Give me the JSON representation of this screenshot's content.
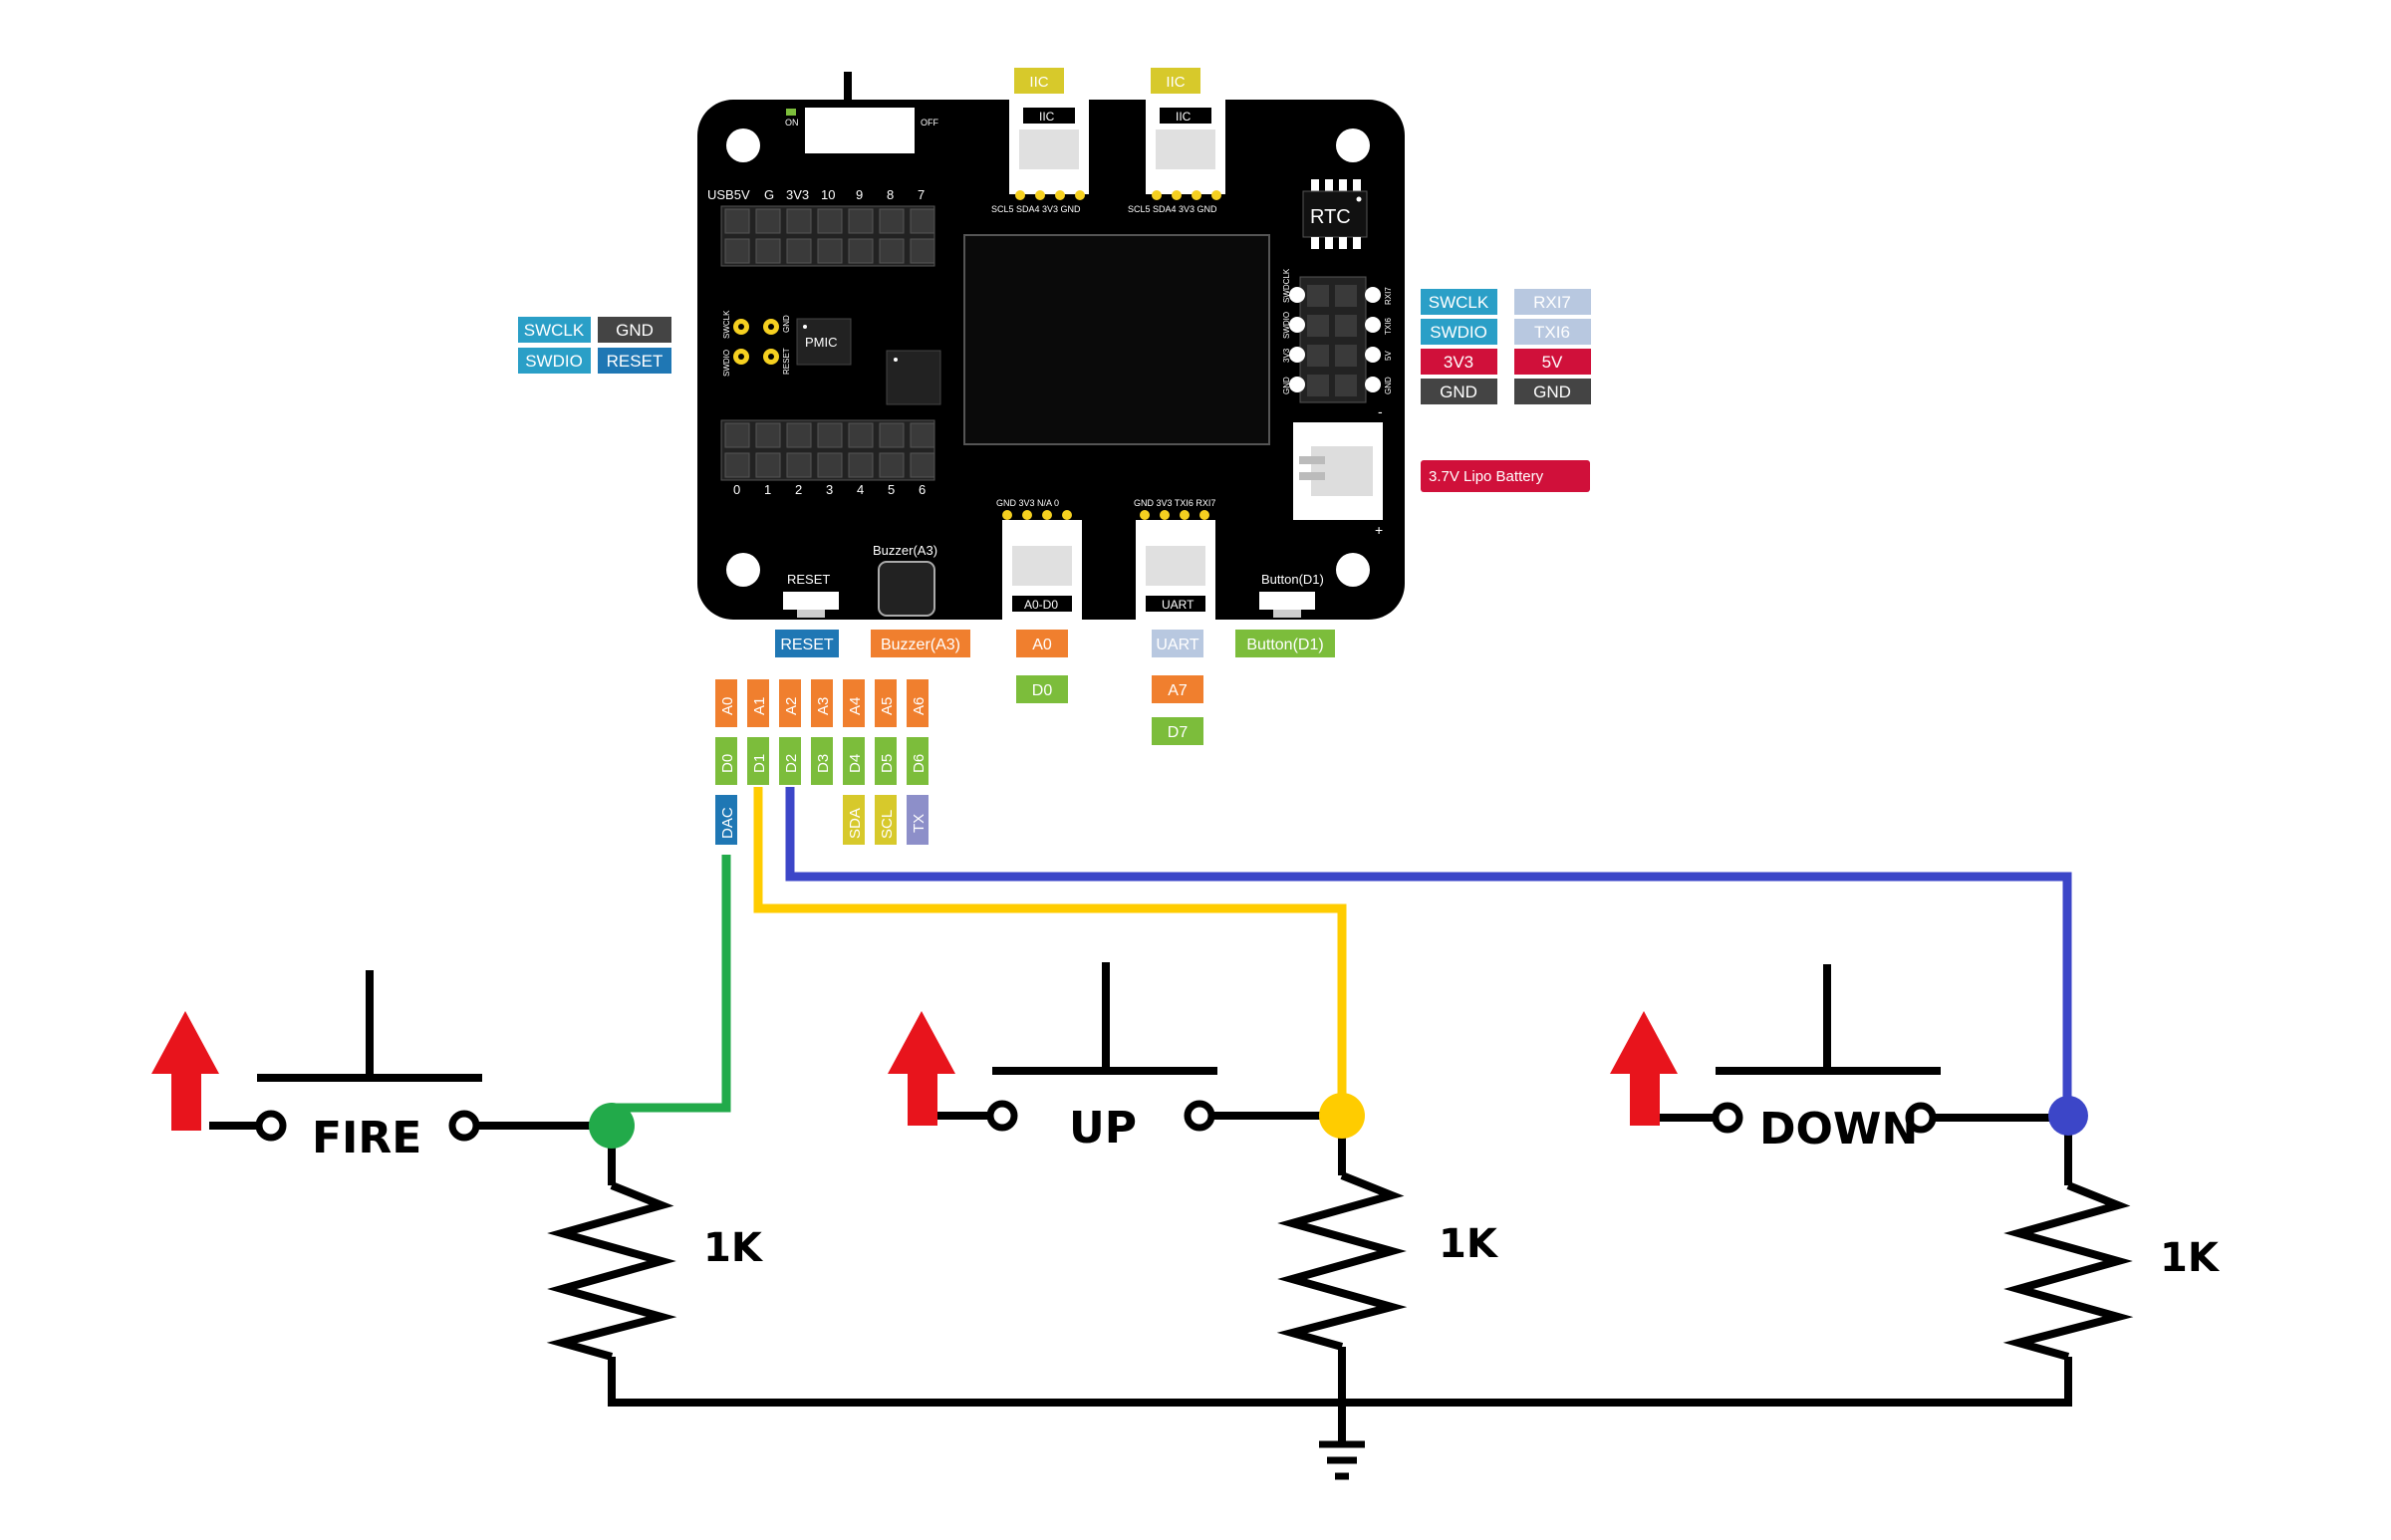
{
  "board": {
    "switch_on": "ON",
    "switch_off": "OFF",
    "header_top_labels": [
      "USB5V",
      "G",
      "3V3",
      "10",
      "9",
      "8",
      "7"
    ],
    "header_bottom_labels": [
      "0",
      "1",
      "2",
      "3",
      "4",
      "5",
      "6"
    ],
    "iic_left_tag": "IIC",
    "iic_right_tag": "IIC",
    "iic_left_label": "IIC",
    "iic_right_label": "IIC",
    "iic_left_pins": "SCL5  SDA4  3V3  GND",
    "iic_right_pins": "SCL5  SDA4  3V3  GND",
    "rtc": "RTC",
    "pmic": "PMIC",
    "swd_left_pins": [
      "SWCLK",
      "SWDIO",
      "GND",
      "RESET"
    ],
    "swd_right_pins_left": [
      "SWDCLK",
      "SWDIO",
      "3V3",
      "GND"
    ],
    "swd_right_pins_right": [
      "RXI7",
      "TXI6",
      "5V",
      "GND"
    ],
    "ad_pins": "GND  3V3  N/A   0",
    "uart_pins": "GND  3V3  TXI6  RXI7",
    "ad_label": "A0-D0",
    "uart_label": "UART",
    "reset_silk": "RESET",
    "buzzer_silk": "Buzzer(A3)",
    "button_silk": "Button(D1)",
    "batt_minus": "-",
    "batt_plus": "+"
  },
  "tags": {
    "left_swd": [
      "SWCLK",
      "GND",
      "SWDIO",
      "RESET"
    ],
    "right_swd": [
      "SWCLK",
      "RXI7",
      "SWDIO",
      "TXI6",
      "3V3",
      "5V",
      "GND",
      "GND"
    ],
    "battery": "3.7V Lipo Battery",
    "reset": "RESET",
    "buzzer": "Buzzer(A3)",
    "a0": "A0",
    "d0": "D0",
    "uart": "UART",
    "a7": "A7",
    "d7": "D7",
    "button": "Button(D1)",
    "analog": [
      "A0",
      "A1",
      "A2",
      "A3",
      "A4",
      "A5",
      "A6"
    ],
    "digital": [
      "D0",
      "D1",
      "D2",
      "D3",
      "D4",
      "D5",
      "D6"
    ],
    "special": [
      "DAC",
      "SDA",
      "SCL",
      "TX"
    ]
  },
  "circuit": {
    "buttons": [
      "FIRE",
      "UP",
      "DOWN"
    ],
    "resistors": [
      "1K",
      "1K",
      "1K"
    ]
  },
  "colors": {
    "board": "#000000",
    "tag_teal": "#2a9fc7",
    "tag_darkblue": "#1f77b4",
    "tag_gray": "#444444",
    "tag_red": "#d0103a",
    "tag_lightblue": "#b8c8e0",
    "tag_orange": "#f07f2e",
    "tag_green": "#7cbd3b",
    "tag_yellow": "#d7c92b",
    "tag_purple": "#8d8fc9",
    "wire_green": "#22aa4a",
    "wire_yellow": "#ffcc00",
    "wire_blue": "#3c46c8",
    "arrow_red": "#e8141c"
  }
}
